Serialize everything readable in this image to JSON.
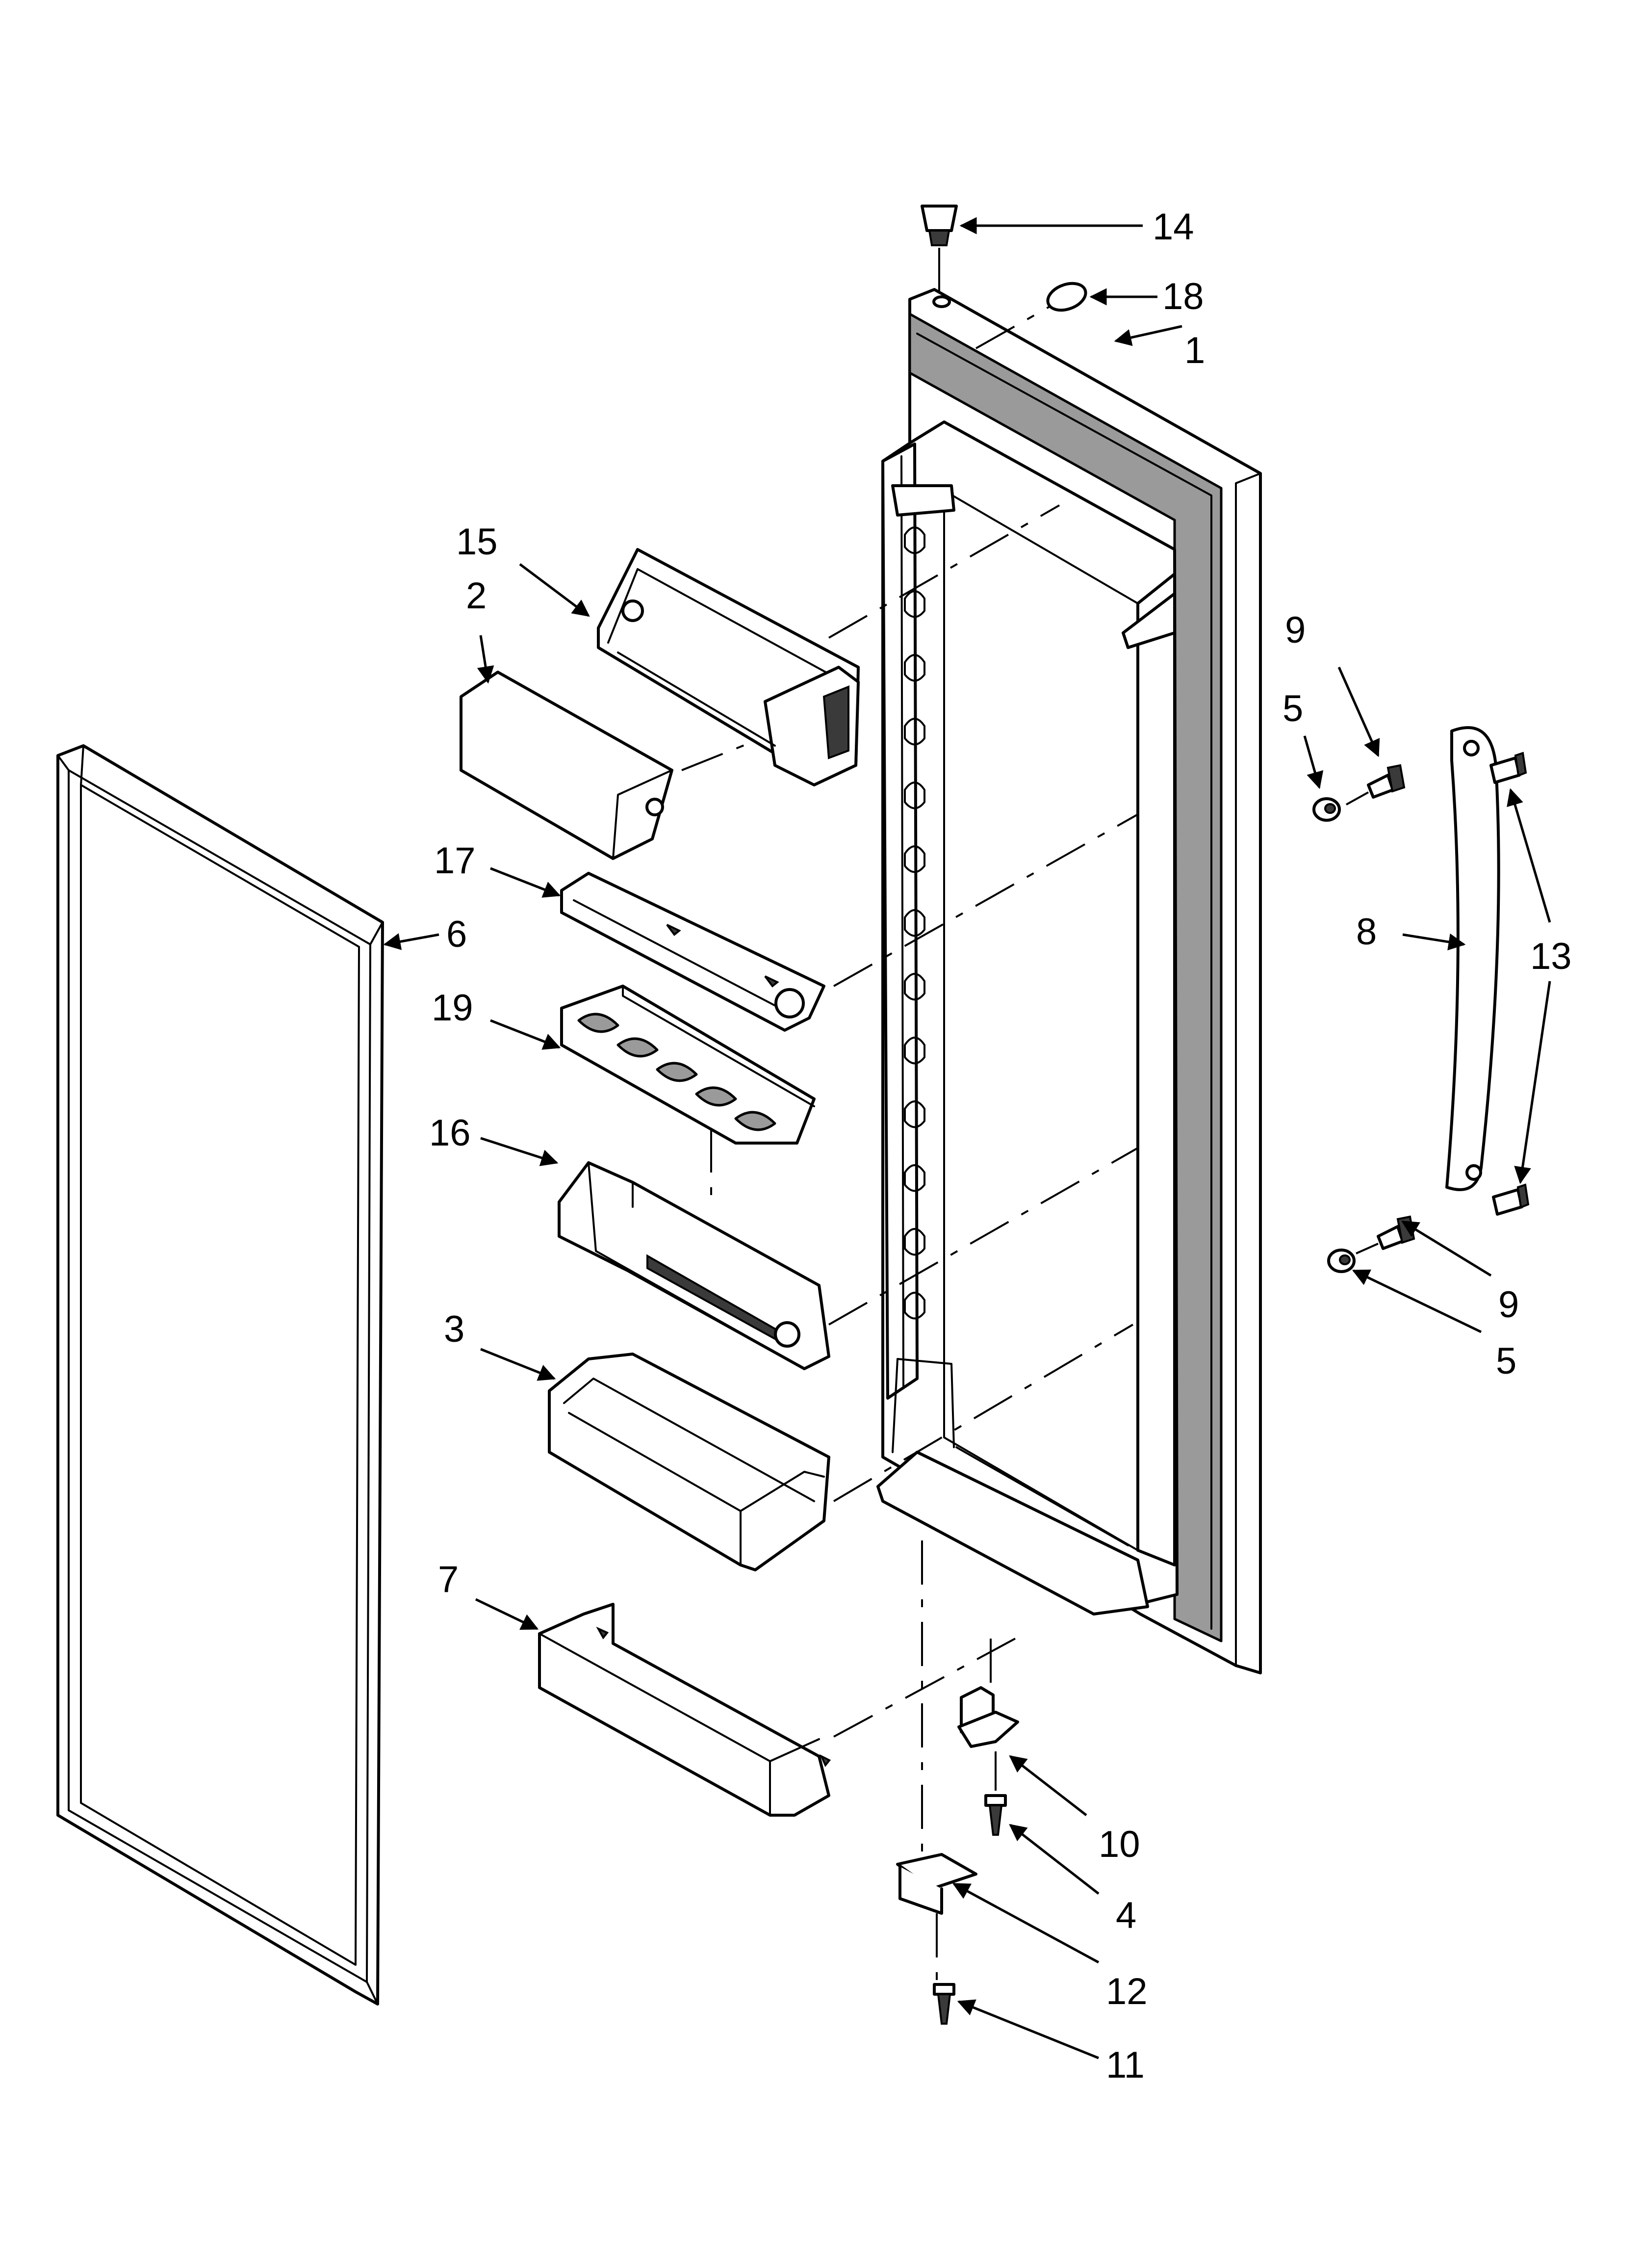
{
  "callouts": [
    {
      "id": "c14a",
      "text": "14"
    },
    {
      "id": "c18a",
      "text": "18"
    },
    {
      "id": "c1a",
      "text": "1"
    },
    {
      "id": "c15a",
      "text": "15"
    },
    {
      "id": "c2a",
      "text": "2"
    },
    {
      "id": "c9a",
      "text": "9"
    },
    {
      "id": "c5a",
      "text": "5"
    },
    {
      "id": "c17a",
      "text": "17"
    },
    {
      "id": "c6a",
      "text": "6"
    },
    {
      "id": "c8a",
      "text": "8"
    },
    {
      "id": "c13a",
      "text": "13"
    },
    {
      "id": "c19a",
      "text": "19"
    },
    {
      "id": "c16a",
      "text": "16"
    },
    {
      "id": "c9b",
      "text": "9"
    },
    {
      "id": "c3a",
      "text": "3"
    },
    {
      "id": "c5b",
      "text": "5"
    },
    {
      "id": "c7a",
      "text": "7"
    },
    {
      "id": "c10a",
      "text": "10"
    },
    {
      "id": "c4a",
      "text": "4"
    },
    {
      "id": "c12a",
      "text": "12"
    },
    {
      "id": "c11a",
      "text": "11"
    }
  ],
  "colors": {
    "line": "#000000",
    "background": "#ffffff",
    "shade": "#9a9a9a"
  }
}
